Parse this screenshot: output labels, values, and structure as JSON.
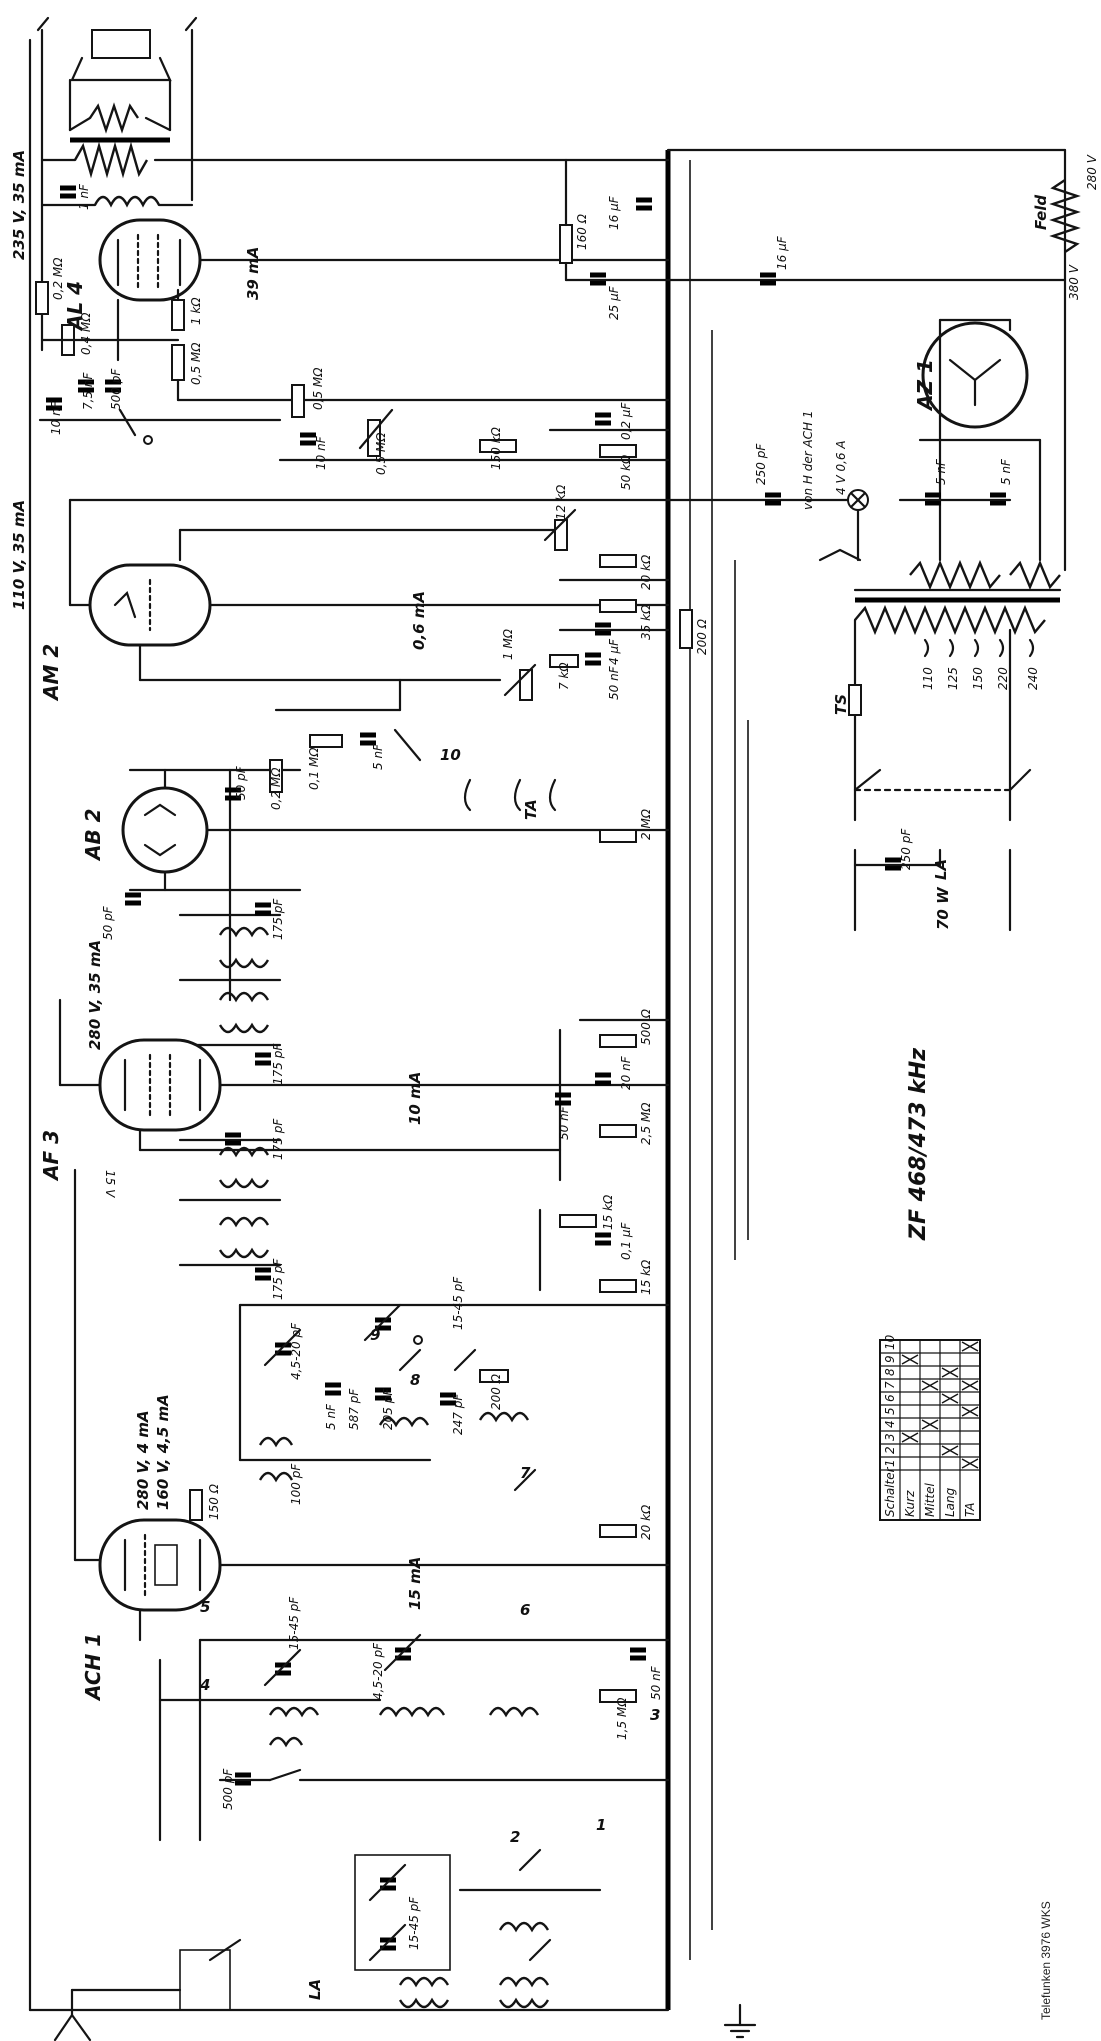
{
  "credit": "Telefunken 3976 WKS",
  "if_frequency": "ZF 468/473 kHz",
  "tubes": {
    "ach1": "ACH 1",
    "af3": "AF 3",
    "ab2": "AB 2",
    "am2": "AM 2",
    "al4": "AL 4",
    "az1": "AZ 1"
  },
  "annotations": {
    "al4_anode": "235 V, 35 mA",
    "am2_anode": "110 V, 35 mA",
    "af3_anode": "280 V, 35 mA",
    "ach1_anode_a": "280 V, 4 mA",
    "ach1_anode_b": "160 V, 4,5 mA",
    "current_al4": "39 mA",
    "current_am2": "0,6 mA",
    "current_af3": "10 mA",
    "current_ach1": "15 mA",
    "grid_af3": "15 V",
    "hv_280": "280 V",
    "hv_380": "380 V",
    "feld": "Feld",
    "from_ach": "von H der ACH 1",
    "lamp": "4 V 0,6 A",
    "switch_ts": "TS",
    "watt": "70 W",
    "la_bottom": "LA",
    "la_mains": "LA",
    "ta": "TA"
  },
  "mains_taps": [
    "110",
    "125",
    "150",
    "220",
    "240"
  ],
  "values": {
    "c_16uf_a": "16 µF",
    "c_16uf_b": "16 µF",
    "r_160": "160 Ω",
    "c_25uf": "25 µF",
    "r_02m_al4": "0,2 MΩ",
    "r_04m": "0,4 MΩ",
    "c_1nf_al4": "1 nF",
    "r_1k": "1 kΩ",
    "r_05m": "0,5 MΩ",
    "c_10nf_a": "10 nF",
    "c_75nf": "7,5 nF",
    "c_500pf_a": "500 pF",
    "r_05m_b": "0,5 MΩ",
    "c_10nf_b": "10 nF",
    "p_05m": "0,5 MΩ",
    "r_150k": "150 kΩ",
    "c_02uf": "0,2 µF",
    "r_50k_a": "50 kΩ",
    "c_250pf_a": "250 pF",
    "c_5nf_a": "5 nF",
    "c_5nf_b": "5 nF",
    "p_12k": "12 kΩ",
    "r_20k_a": "20 kΩ",
    "r_35k": "35 kΩ",
    "c_4uf": "4 µF",
    "r_200": "200 Ω",
    "p_1m": "1 MΩ",
    "r_7k": "7 kΩ",
    "c_50nf_a": "50 nF",
    "r_01m": "0,1 MΩ",
    "c_5nf_c": "5 nF",
    "r_02m": "0,2 MΩ",
    "c_50pf_a": "50 pF",
    "c_50pf_b": "50 pF",
    "r_2m": "2 MΩ",
    "c_175pf_a": "175 pF",
    "c_175pf_b": "175 pF",
    "c_175pf_c": "175 pF",
    "c_175pf_d": "175 pF",
    "r_500": "500 Ω",
    "c_20nf": "20 nF",
    "c_50nf_b": "50 nF",
    "r_25m": "2,5 MΩ",
    "r_15k_a": "15 kΩ",
    "c_01uf": "0,1 µF",
    "r_15k_b": "15 kΩ",
    "trim_15_45_a": "15-45 pF",
    "trim_45_20": "4,5-20 pF",
    "c_5nf_osc": "5 nF",
    "c_587": "587 pF",
    "c_205": "205 pF",
    "c_247": "247 pF",
    "r_200_osc": "200 Ω",
    "c_100pf": "100 pF",
    "r_150": "150 Ω",
    "r_20k_b": "20 kΩ",
    "trim_15_45_b": "15-45 pF",
    "trim_45_20_b": "4,5-20 pF",
    "c_50nf_c": "50 nF",
    "r_15m": "1,5 MΩ",
    "c_500pf_ant": "500 pF",
    "trim_15_45_c": "15-45 pF",
    "c_250pf_b": "250 pF"
  },
  "switch_numbers": [
    "1",
    "2",
    "3",
    "4",
    "5",
    "6",
    "7",
    "8",
    "9",
    "10"
  ],
  "switch_table": {
    "header": "Schalter",
    "columns": [
      "1",
      "2",
      "3",
      "4",
      "5",
      "6",
      "7",
      "8",
      "9",
      "10"
    ],
    "rows": [
      {
        "label": "Kurz",
        "marks": [
          false,
          false,
          true,
          false,
          false,
          false,
          false,
          false,
          true,
          false
        ]
      },
      {
        "label": "Mittel",
        "marks": [
          false,
          false,
          false,
          true,
          false,
          false,
          true,
          false,
          false,
          false
        ]
      },
      {
        "label": "Lang",
        "marks": [
          false,
          true,
          false,
          false,
          false,
          true,
          false,
          true,
          false,
          false
        ]
      },
      {
        "label": "TA",
        "marks": [
          true,
          false,
          false,
          false,
          true,
          false,
          true,
          false,
          false,
          true
        ]
      }
    ]
  }
}
